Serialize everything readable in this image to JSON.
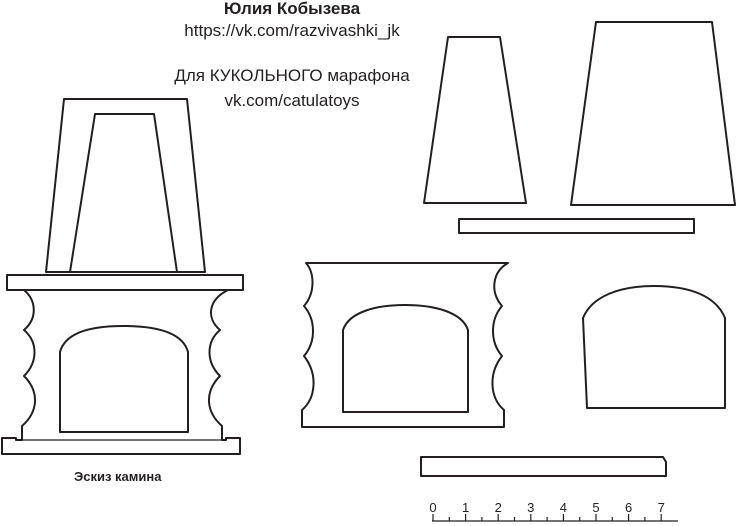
{
  "header": {
    "author": "Юлия Кобызева",
    "author_link": "https://vk.com/razvivashki_jk",
    "marathon": "Для КУКОЛЬНОГО марафона",
    "marathon_link": "vk.com/catulatoys"
  },
  "sketch_caption": "Эскиз камина",
  "ruler": {
    "labels": [
      "0",
      "1",
      "2",
      "3",
      "4",
      "5",
      "6",
      "7"
    ]
  },
  "colors": {
    "line": "#231f20",
    "fill": "#ffffff"
  }
}
